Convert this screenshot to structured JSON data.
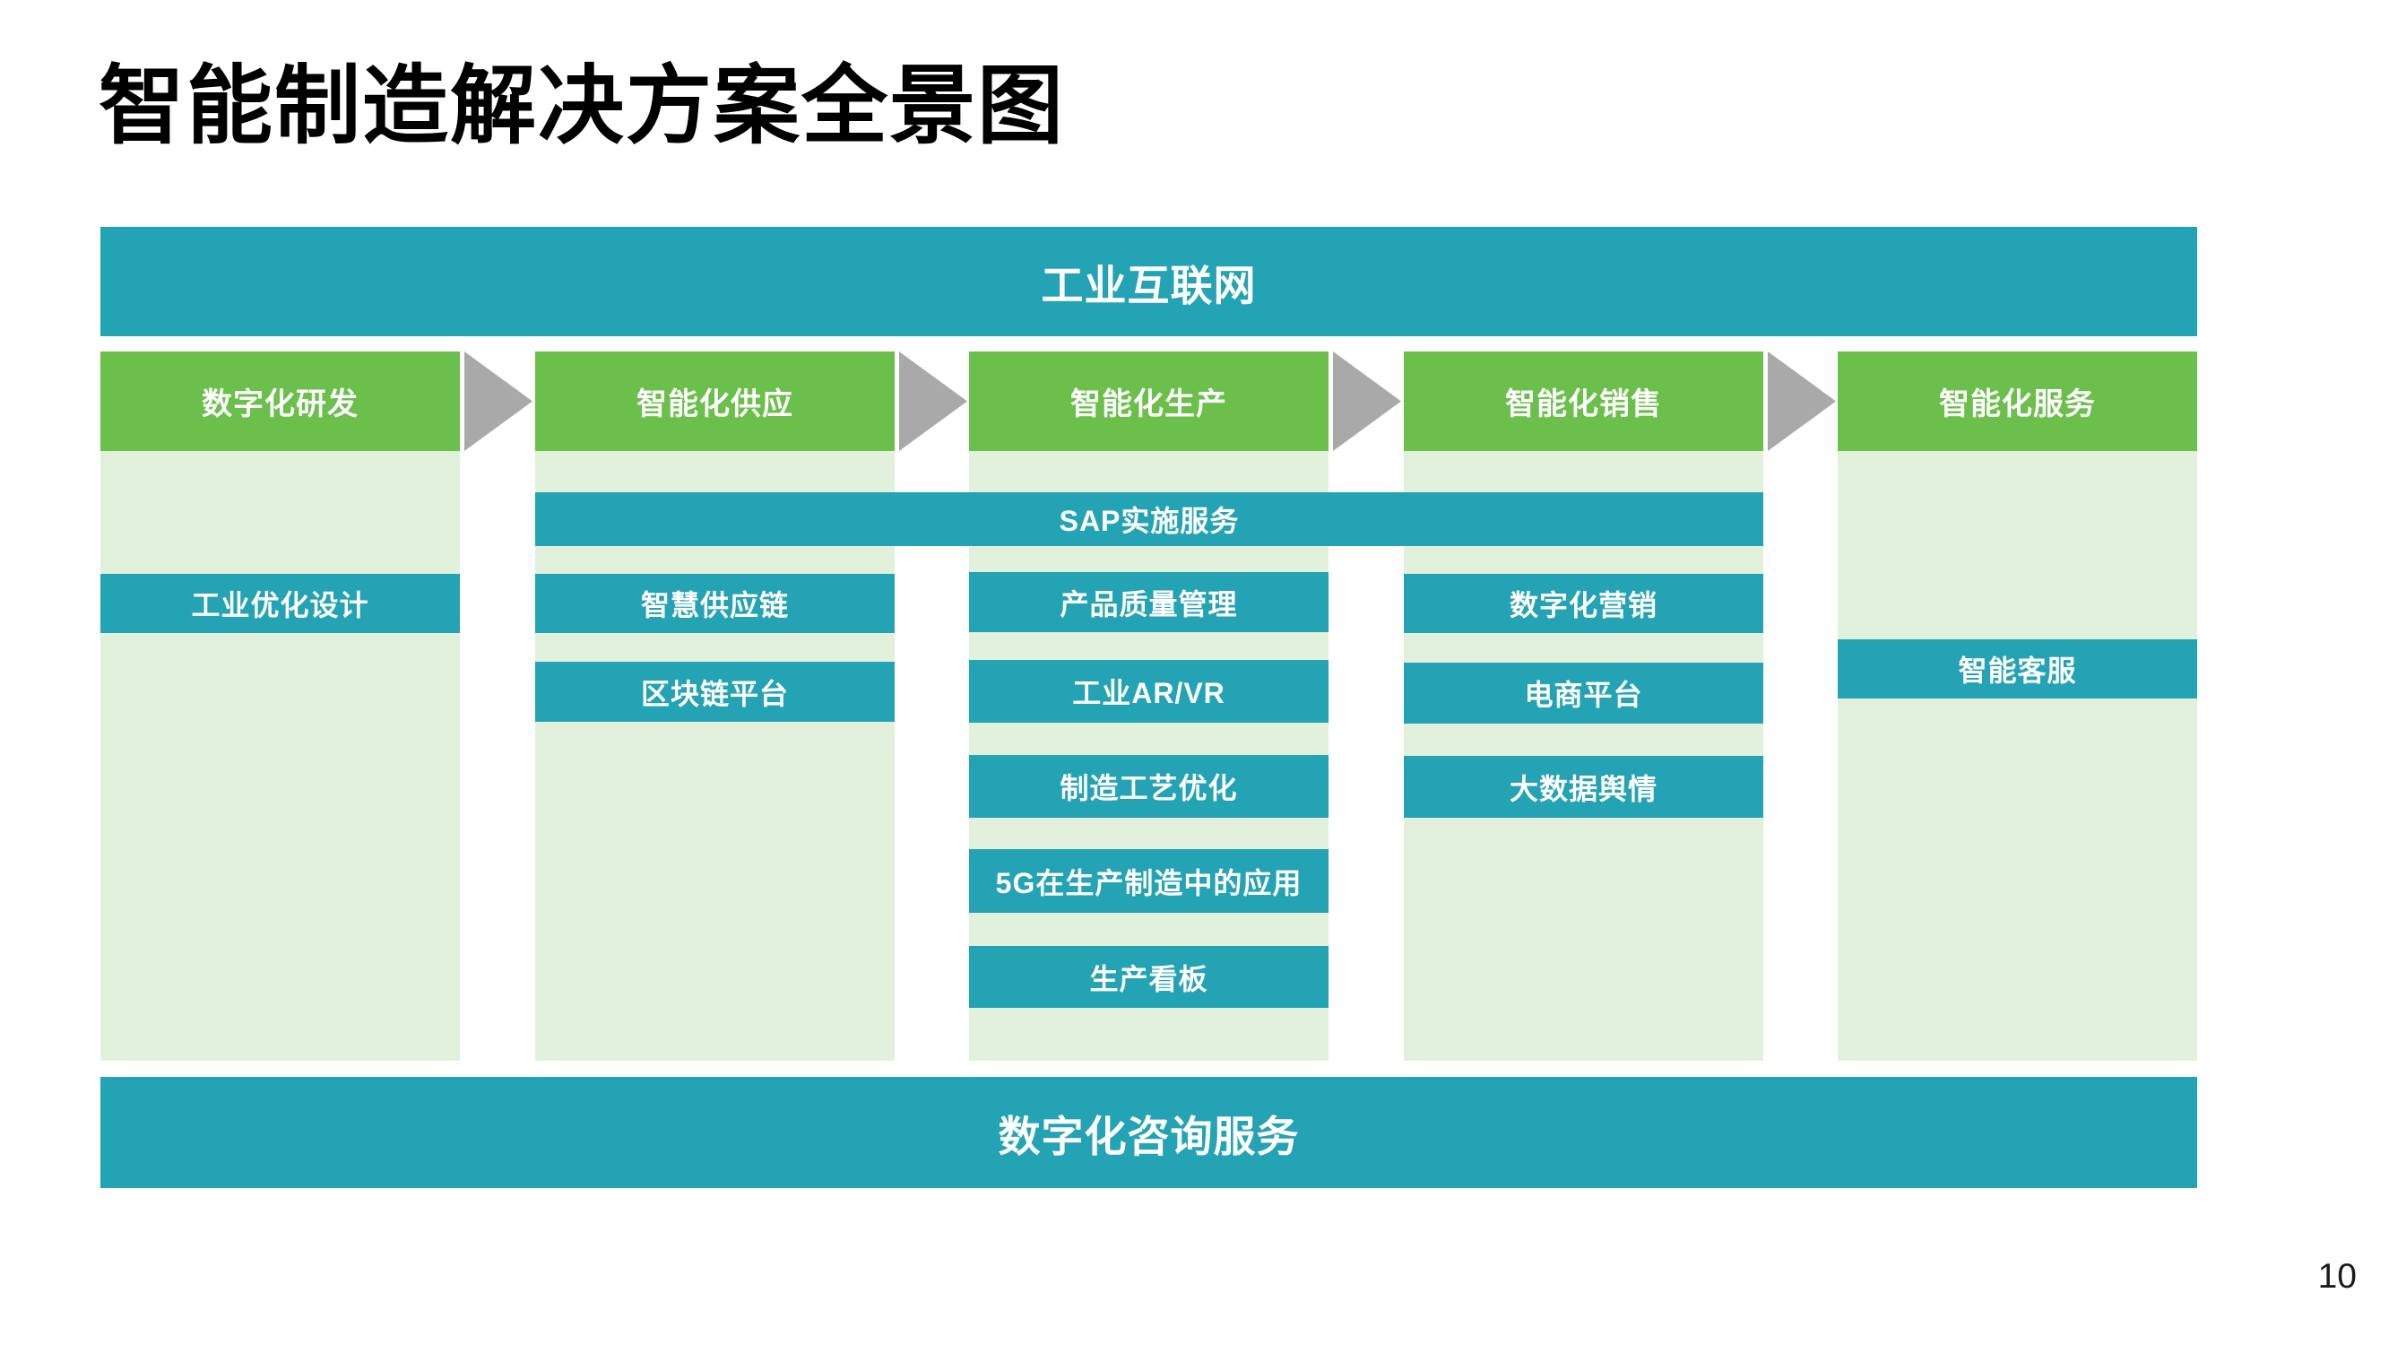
{
  "page": {
    "title": "智能制造解决方案全景图",
    "page_number": "10"
  },
  "colors": {
    "teal": "#24A3B5",
    "green": "#6BBF4B",
    "light_green": "#E2F1DB",
    "arrow_gray": "#A9A9A9",
    "title_black": "#000000"
  },
  "top_bar": {
    "label": "工业互联网"
  },
  "bottom_bar": {
    "label": "数字化咨询服务"
  },
  "span_bar": {
    "label": "SAP实施服务"
  },
  "columns": [
    {
      "header": "数字化研发",
      "items": [
        "工业优化设计"
      ]
    },
    {
      "header": "智能化供应",
      "items": [
        "智慧供应链",
        "区块链平台"
      ]
    },
    {
      "header": "智能化生产",
      "items": [
        "产品质量管理",
        "工业AR/VR",
        "制造工艺优化",
        "5G在生产制造中的应用",
        "生产看板"
      ]
    },
    {
      "header": "智能化销售",
      "items": [
        "数字化营销",
        "电商平台",
        "大数据舆情"
      ]
    },
    {
      "header": "智能化服务",
      "items": [
        "智能客服"
      ]
    }
  ]
}
